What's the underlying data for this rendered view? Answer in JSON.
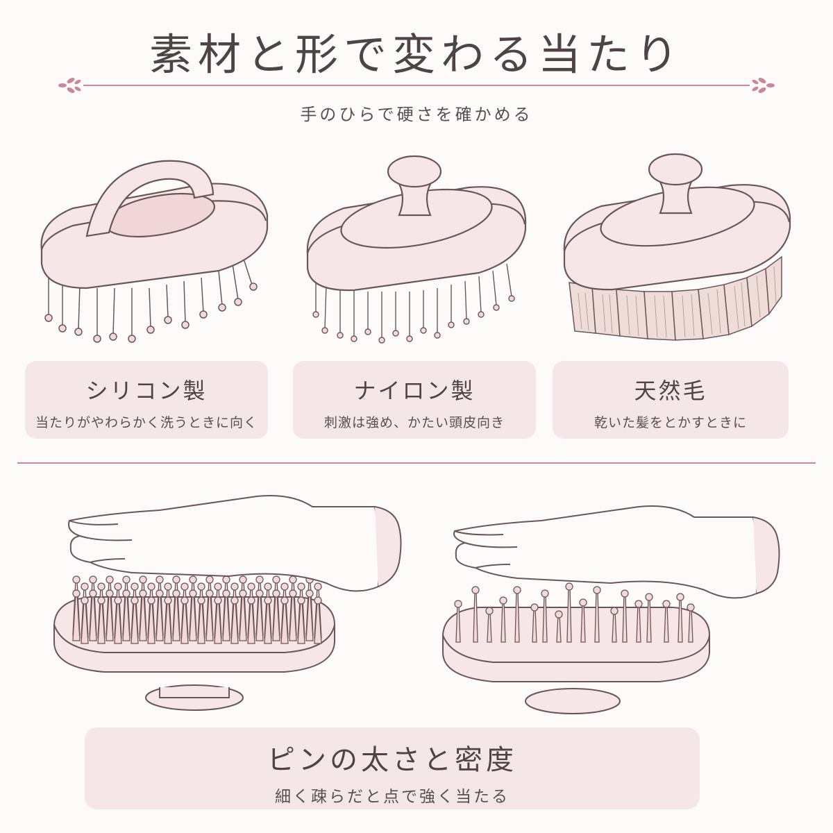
{
  "header": {
    "title": "素材と形で変わる当たり",
    "subtitle": "手のひらで硬さを確かめる"
  },
  "materials": [
    {
      "name": "シリコン製",
      "desc": "当たりがやわらかく洗うときに向く",
      "icon": "silicone-brush-icon"
    },
    {
      "name": "ナイロン製",
      "desc": "刺激は強め、かたい頭皮向き",
      "icon": "nylon-brush-icon"
    },
    {
      "name": "天然毛",
      "desc": "乾いた髪をとかすときに",
      "icon": "natural-bristle-brush-icon"
    }
  ],
  "pins": {
    "name": "ピンの太さと密度",
    "desc": "細く疎らだと点で強く当たる",
    "illustrations": [
      "dense-pin-brush-hand-icon",
      "sparse-pin-brush-hand-icon"
    ]
  },
  "colors": {
    "accent": "#c98898",
    "card_bg": "#f5e7e8",
    "line": "#6b5656",
    "fill": "#f7e6e7",
    "text": "#4f4444"
  }
}
